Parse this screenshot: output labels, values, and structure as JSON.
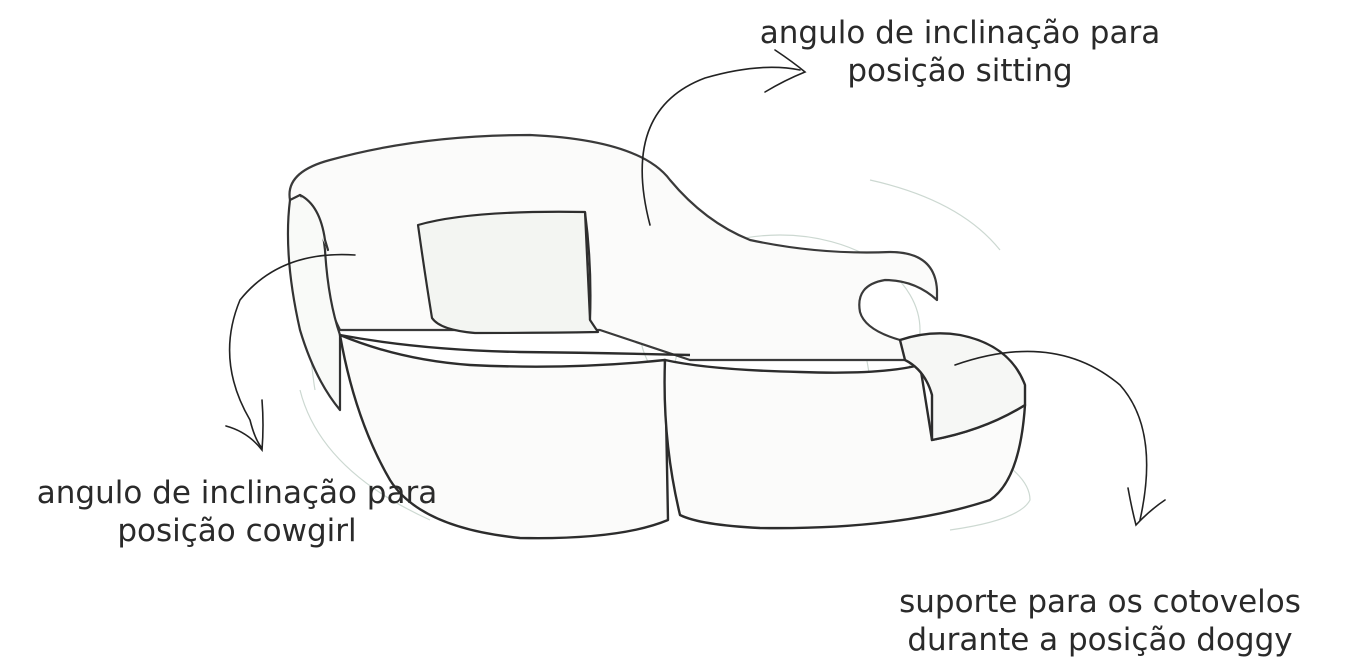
{
  "annotations": {
    "sitting": {
      "line1": "angulo de inclinação para",
      "line2": "posição sitting"
    },
    "cowgirl": {
      "line1": "angulo de inclinação para",
      "line2": "posição cowgirl"
    },
    "doggy": {
      "line1": "suporte para os cotovelos",
      "line2": "durante a posição doggy"
    }
  },
  "colors": {
    "ink": "#2a2a2a",
    "pencil": "#3a3a3a",
    "guide": "#b9c9c0",
    "paper": "#ffffff",
    "shade": "#f7f8f6"
  }
}
